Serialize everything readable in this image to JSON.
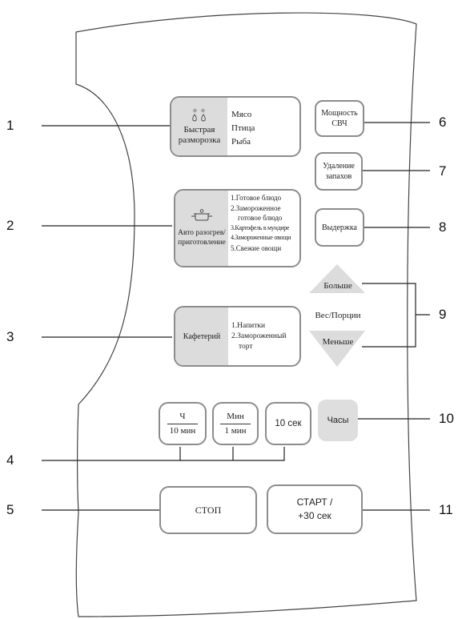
{
  "callouts": [
    "1",
    "2",
    "3",
    "4",
    "5",
    "6",
    "7",
    "8",
    "9",
    "10",
    "11"
  ],
  "defrost": {
    "icon": "snowflake-drops-icon",
    "label_line1": "Быстрая",
    "label_line2": "разморозка",
    "options": [
      "Мясо",
      "Птица",
      "Рыба"
    ]
  },
  "auto_cook": {
    "icon": "pot-icon",
    "label_line1": "Авто разогрев/",
    "label_line2": "приготовление",
    "options": [
      "1.Готовое блюдо",
      "2.Замороженное",
      "готовое блюдо",
      "3.Картофель в мундире",
      "4.Замороженные овощи",
      "5.Свежие овощи"
    ]
  },
  "cafeteria": {
    "label": "Кафетерий",
    "options": [
      "1.Напитки",
      "2.Замороженный",
      "торт"
    ]
  },
  "power": {
    "line1": "Мощность",
    "line2": "СВЧ"
  },
  "odor": {
    "line1": "Удаление",
    "line2": "запахов"
  },
  "hold": {
    "label": "Выдержка"
  },
  "weight": {
    "more": "Больше",
    "middle": "Вес/Порции",
    "less": "Меньше"
  },
  "time_buttons": {
    "hours_top": "Ч",
    "hours_bottom": "10 мин",
    "min_top": "Мин",
    "min_bottom": "1 мин",
    "sec": "10 сек"
  },
  "clock": {
    "label": "Часы"
  },
  "stop": {
    "label": "СТОП"
  },
  "start": {
    "line1": "СТАРТ /",
    "line2": "+30 сек"
  },
  "colors": {
    "button_border": "#8c8c8c",
    "button_fill_grey": "#dedede",
    "panel_outline": "#444444"
  }
}
